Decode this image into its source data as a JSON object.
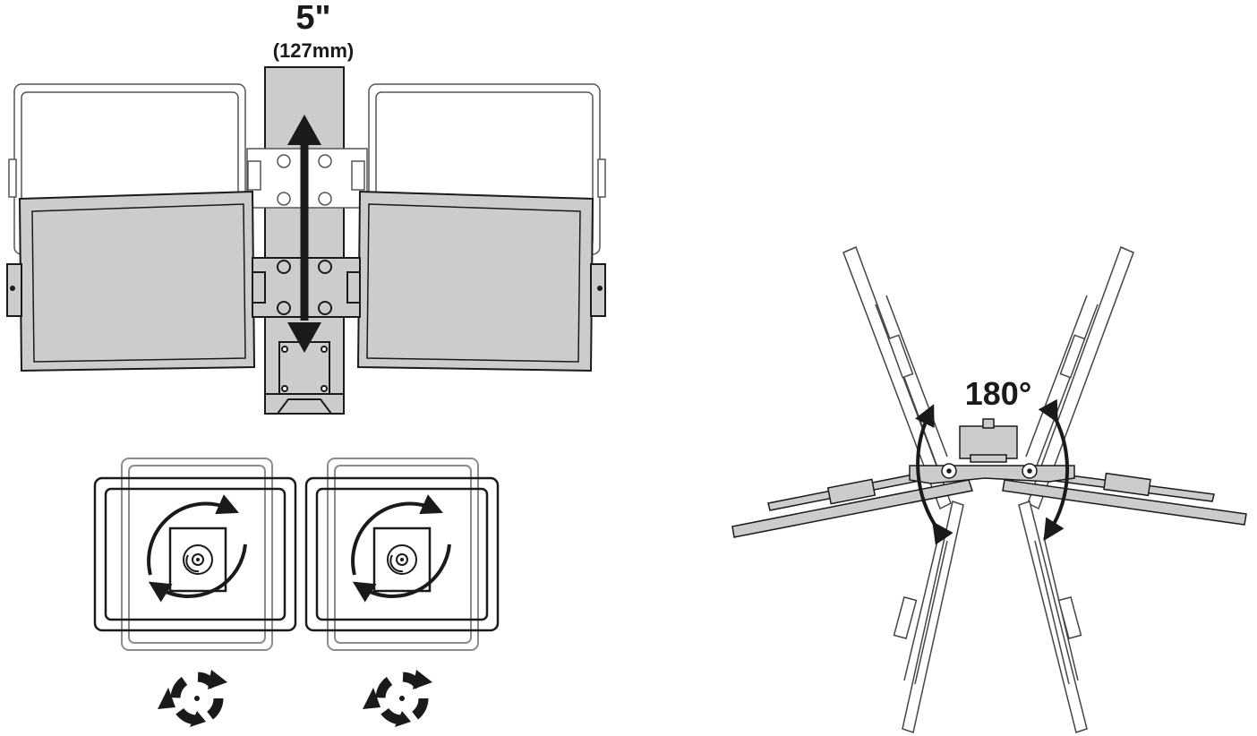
{
  "height_adjustment": {
    "value": "5\"",
    "metric": "(127mm)"
  },
  "swivel": {
    "angle": "180°"
  },
  "icons": {
    "height_arrow": "double-arrow-vertical-icon",
    "rotate_left": "rotation-icon",
    "rotate_right": "rotation-icon",
    "swivel_arrows": "curved-double-arrow-icon"
  },
  "colors": {
    "line": "#1a1a1a",
    "fill": "#cccccc",
    "ghost": "#8c8c8c"
  }
}
